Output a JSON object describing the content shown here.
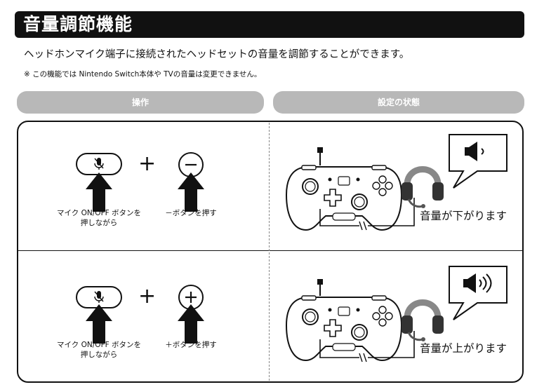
{
  "header": {
    "title": "音量調節機能"
  },
  "description": "ヘッドホンマイク端子に接続されたヘッドセットの音量を調節することができます。",
  "note": "※ この機能では Nintendo Switch本体や TVの音量は変更できません。",
  "columns": {
    "operation": "操作",
    "state": "設定の状態"
  },
  "rows": [
    {
      "hold_label_line1": "マイク ON/OFF ボタンを",
      "hold_label_line2": "押しながら",
      "plus_sign": "+",
      "press_label": "－ボタンを押す",
      "button_symbol": "−",
      "status": "音量が下がります",
      "speaker_icon": "speaker-low-icon"
    },
    {
      "hold_label_line1": "マイク ON/OFF ボタンを",
      "hold_label_line2": "押しながら",
      "plus_sign": "+",
      "press_label": "＋ボタンを押す",
      "button_symbol": "+",
      "status": "音量が上がります",
      "speaker_icon": "speaker-high-icon"
    }
  ],
  "colors": {
    "title_bg": "#111111",
    "header_pill": "#b8b8b8"
  }
}
